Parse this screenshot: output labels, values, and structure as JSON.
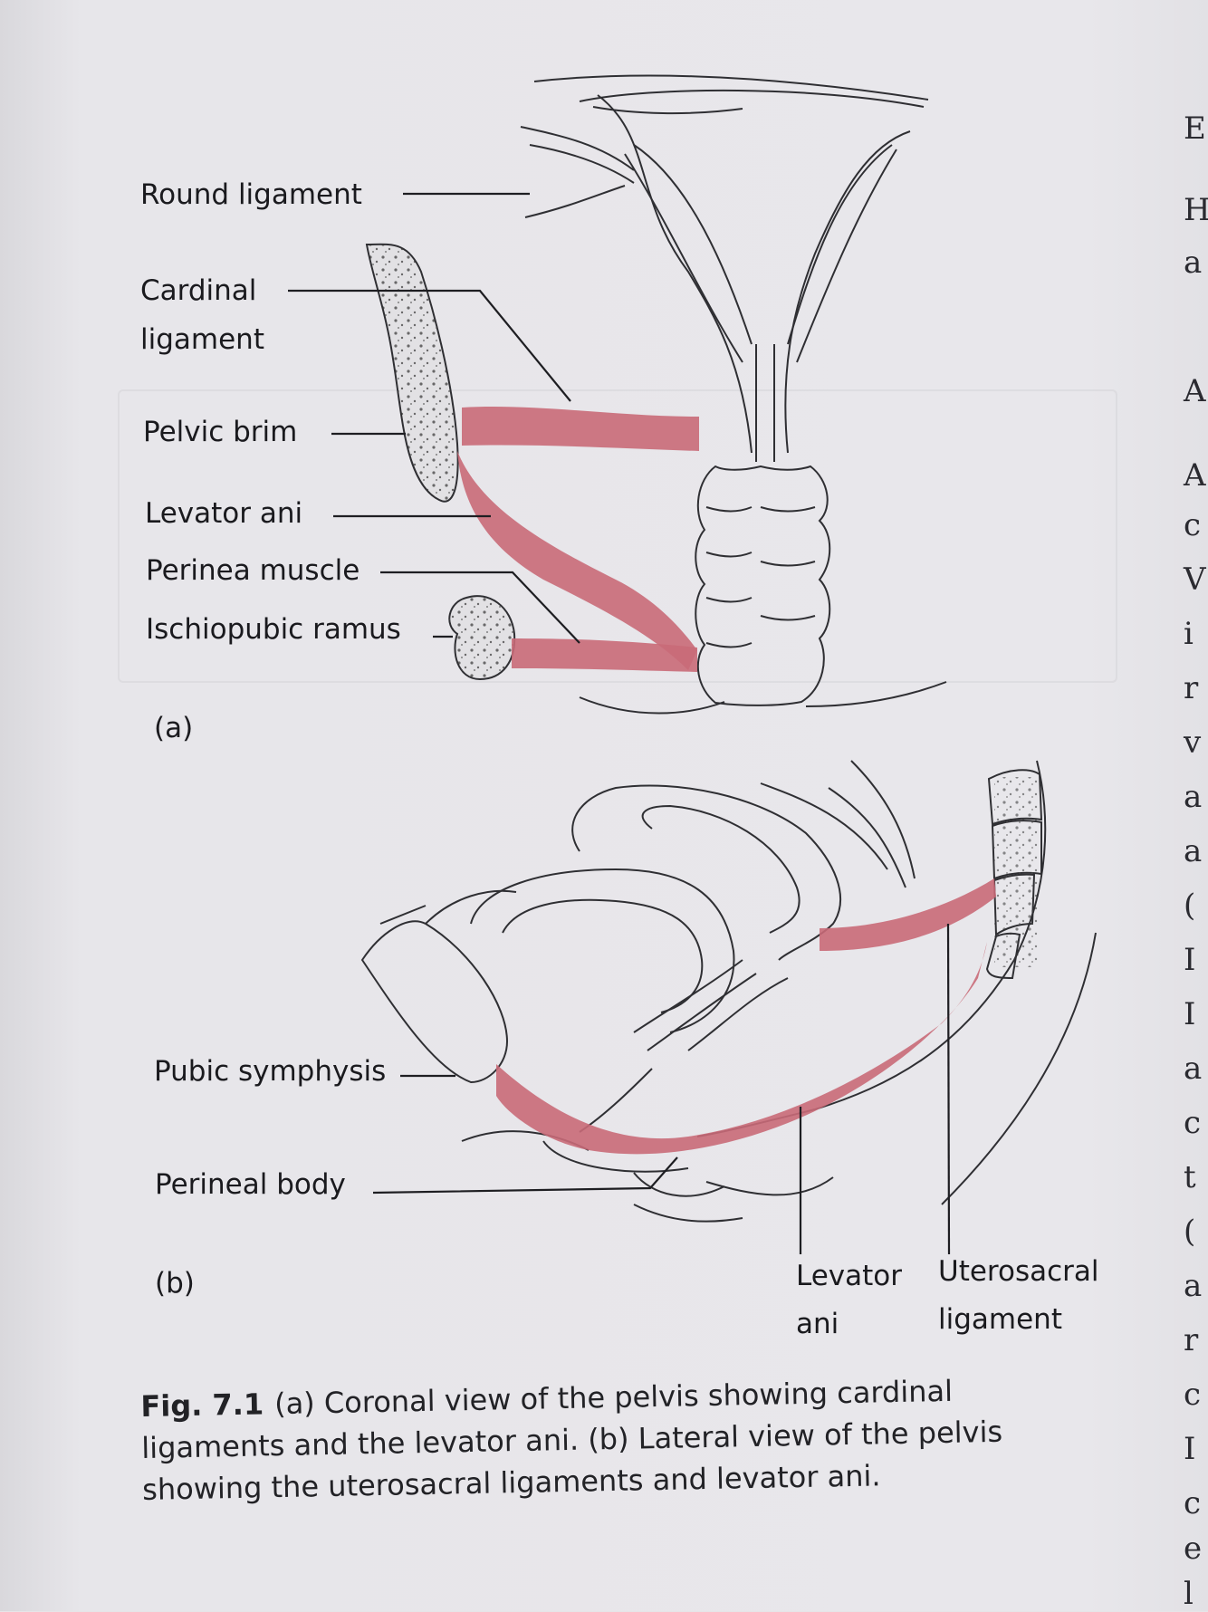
{
  "coronal_labels": {
    "round_ligament": "Round ligament",
    "cardinal_ligament_line1": "Cardinal",
    "cardinal_ligament_line2": "ligament",
    "pelvic_brim": "Pelvic brim",
    "levator_ani": "Levator ani",
    "perinea_muscle": "Perinea muscle",
    "ischiopubic_ramus": "Ischiopubic ramus",
    "panel_label": "(a)"
  },
  "lateral_labels": {
    "pubic_symphysis": "Pubic symphysis",
    "perineal_body": "Perineal body",
    "levator_ani_line1": "Levator",
    "levator_ani_line2": "ani",
    "uterosacral_line1": "Uterosacral",
    "uterosacral_line2": "ligament",
    "panel_label": "(b)"
  },
  "caption": {
    "number": "Fig. 7.1",
    "text": "(a) Coronal view of the pelvis showing cardinal ligaments and the levator ani. (b) Lateral view of the pelvis showing the uterosacral ligaments and levator ani."
  },
  "colors": {
    "ligament": "#c96a78",
    "line": "#2a2a2e"
  }
}
